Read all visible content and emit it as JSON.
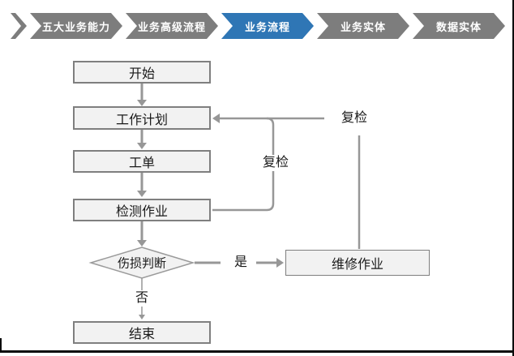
{
  "nav": {
    "items": [
      {
        "label": "五大业务能力",
        "active": false
      },
      {
        "label": "业务高级流程",
        "active": false
      },
      {
        "label": "业务流程",
        "active": true
      },
      {
        "label": "业务实体",
        "active": false
      },
      {
        "label": "数据实体",
        "active": false
      }
    ],
    "active_color": "#2f76b5",
    "inactive_color": "#7d7d7d"
  },
  "flowchart": {
    "nodes": {
      "start": {
        "label": "开始",
        "shape": "rect"
      },
      "plan": {
        "label": "工作计划",
        "shape": "rect"
      },
      "order": {
        "label": "工单",
        "shape": "rect"
      },
      "inspect": {
        "label": "检测作业",
        "shape": "rect"
      },
      "decision": {
        "label": "伤损判断",
        "shape": "diamond"
      },
      "repair": {
        "label": "维修作业",
        "shape": "rect"
      },
      "end": {
        "label": "结束",
        "shape": "rect"
      }
    },
    "edges": [
      {
        "from": "start",
        "to": "plan"
      },
      {
        "from": "plan",
        "to": "order"
      },
      {
        "from": "order",
        "to": "inspect"
      },
      {
        "from": "inspect",
        "to": "decision"
      },
      {
        "from": "decision",
        "to": "repair",
        "label": "是"
      },
      {
        "from": "decision",
        "to": "end",
        "label": "否"
      },
      {
        "from": "inspect",
        "to": "plan",
        "label": "复检"
      },
      {
        "from": "repair",
        "to": "plan",
        "label": "复检"
      }
    ],
    "edge_labels": {
      "recheck_right": "复检",
      "recheck_mid": "复检",
      "yes": "是",
      "no": "否"
    },
    "colors": {
      "node_fill": "#f2f2f2",
      "node_border": "#7f7f7f",
      "connector": "#979797",
      "text": "#1a1a1a"
    }
  }
}
